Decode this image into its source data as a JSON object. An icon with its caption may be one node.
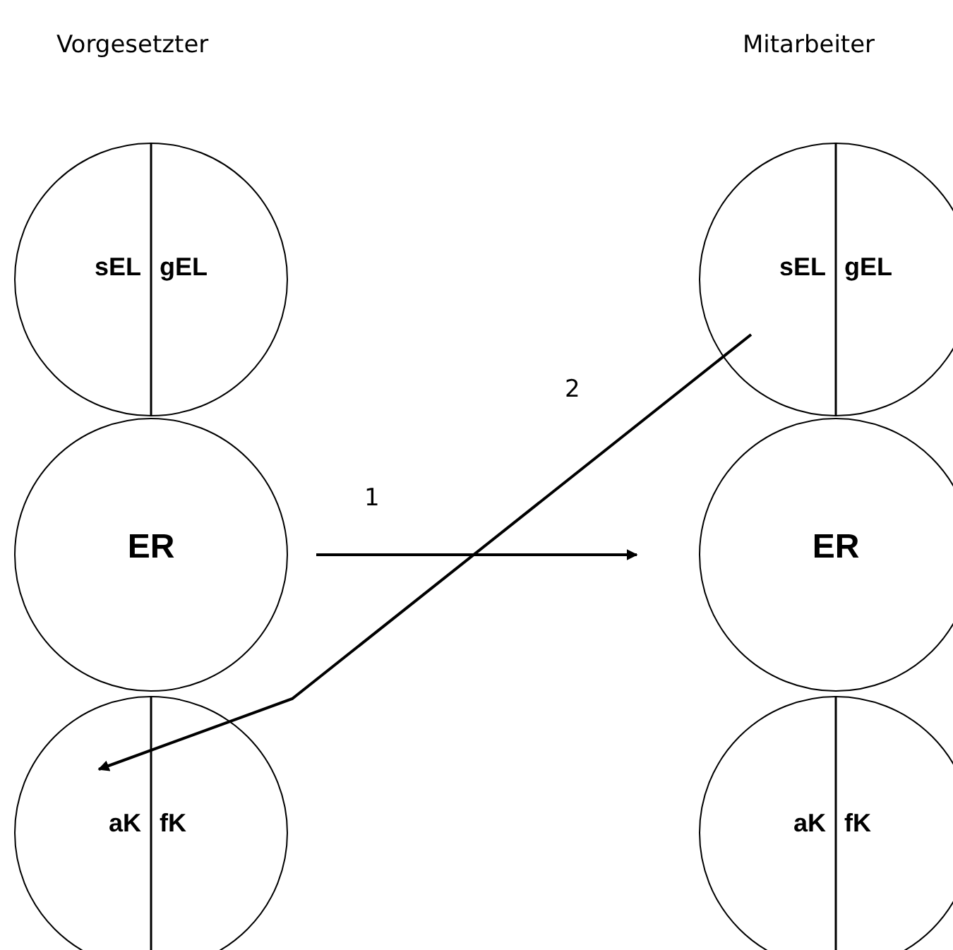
{
  "diagram": {
    "nodes": [
      {
        "text": [
          "sEL",
          "gEL"
        ]
      },
      {
        "text": [
          "ER"
        ]
      },
      {
        "text": [
          "aK",
          "fK"
        ]
      },
      {
        "text": [
          "sEL",
          "gEL"
        ]
      },
      {
        "text": [
          "ER"
        ]
      },
      {
        "text": [
          "aK",
          "fK"
        ]
      }
    ],
    "edges": [
      {
        "from": 1,
        "to": 4,
        "arrow": "to",
        "label": "1"
      },
      {
        "from": 3,
        "to": 2,
        "arrow": "to",
        "label": "2"
      }
    ],
    "labels": [
      "Vorgesetzter",
      "Mitarbeiter"
    ]
  }
}
